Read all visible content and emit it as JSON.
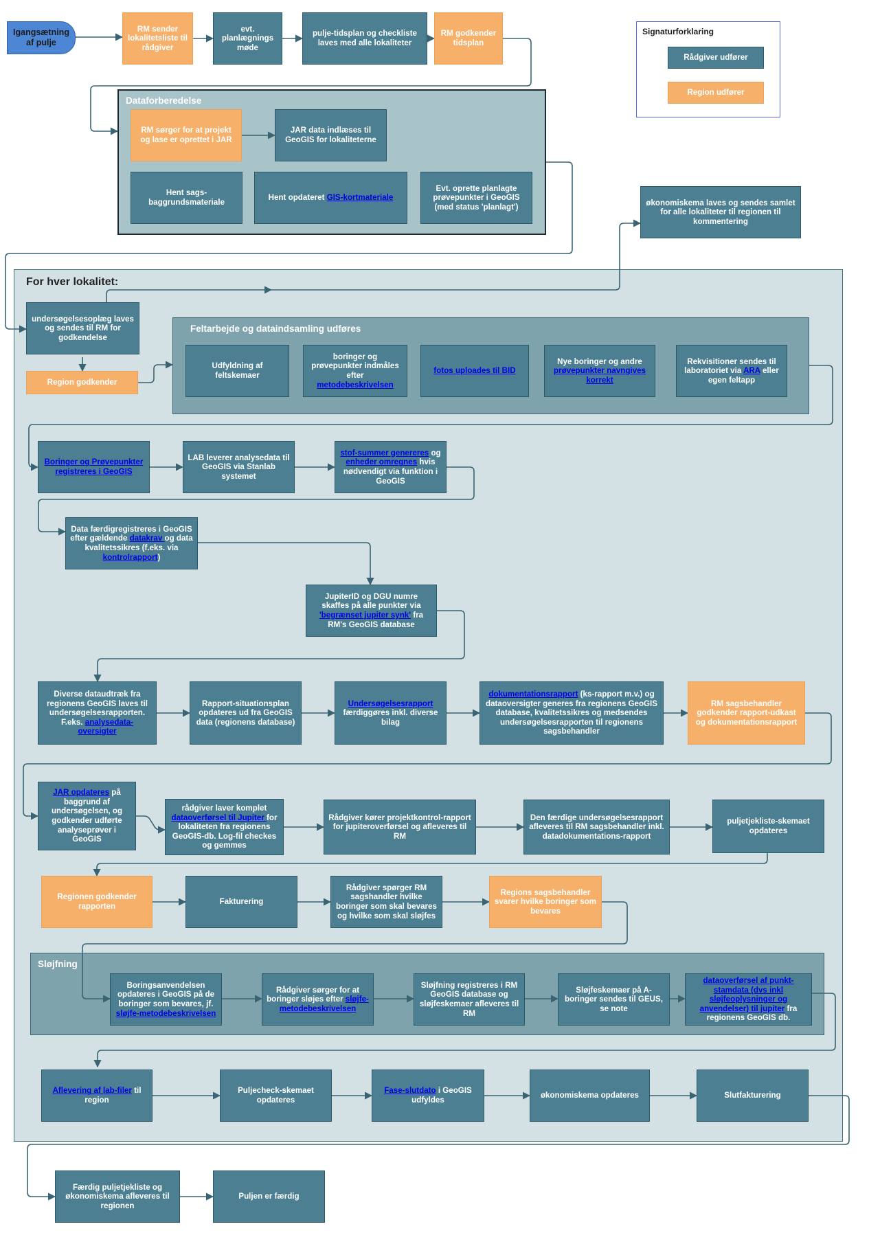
{
  "diagram": {
    "start": "Igangsætning af pulje",
    "top_row": [
      "RM sender lokalitetsliste til rådgiver",
      "evt. planlægnings møde",
      "pulje-tidsplan og checkliste laves med alle lokaliteter",
      "RM godkender tidsplan"
    ],
    "legend": {
      "title": "Signaturforklaring",
      "advisor": "Rådgiver udfører",
      "region": "Region udfører"
    },
    "dataforberedelse": {
      "title": "Dataforberedelse",
      "rm_jar": "RM sørger for at projekt og lase er oprettet i JAR",
      "jar_load": "JAR data indlæses til GeoGIS for lokaliteterne",
      "hent_sags": "Hent sags-baggrundsmateriale",
      "hent_opd_pre": "Hent opdateret ",
      "hent_opd_link": "GIS-kortmateriale",
      "evt_oprette": "Evt. oprette planlagte prøvepunkter i GeoGIS (med status 'planlagt')"
    },
    "okonomi_top": "økonomiskema laves og sendes samlet for alle lokaliteter til regionen til kommentering",
    "for_hver": {
      "title": "For hver lokalitet:",
      "undersoeg": "undersøgelsesoplæg laves og sendes til RM for godkendelse",
      "region_godk": "Region godkender"
    },
    "feltarbejde": {
      "title": "Feltarbejde og dataindsamling udføres",
      "udfyldning": "Udfyldning af feltskemaer",
      "boringer_pre": "boringer og prøvepunkter indmåles efter ",
      "boringer_link": "metodebeskrivelsen",
      "fotos_link": "fotos uploades til BID",
      "nye_pre": "Nye boringer og andre ",
      "nye_link": "prøvepunkter navngives korrekt",
      "rekv_pre": "Rekvisitioner sendes til laboratoriet via ",
      "rekv_link": "ARA",
      "rekv_post": " eller egen feltapp"
    },
    "row_geogis": {
      "boringer_reg_link": "Boringer og Prøvepunkter registreres i GeoGIS",
      "lab": "LAB leverer analysedata til GeoGIS via Stanlab systemet",
      "stof_link1": "stof-summer genereres",
      "stof_mid": " og ",
      "stof_link2": "enheder omregnes",
      "stof_post": " hvis nødvendigt via funktion i GeoGIS"
    },
    "data_faerdig": {
      "pre": "Data færdigregistreres i GeoGIS efter gældende ",
      "link1": "datakrav ",
      "mid": " og data kvalitetssikres (f.eks. via ",
      "link2": "kontrolrapport",
      "post": ")"
    },
    "jupiter": {
      "pre": "JupiterID og DGU numre skaffes på alle punkter via ",
      "link": "'begrænset jupiter synk'",
      "post": " fra RM's GeoGIS database"
    },
    "row_rapport": {
      "diverse_pre": "Diverse dataudtræk fra regionens GeoGIS laves til undersøgelsesrapporten. F.eks. ",
      "diverse_link": "analysedata-oversigter",
      "situation": "Rapport-situationsplan opdateres ud fra GeoGIS data (regionens database)",
      "unders_link": "Undersøgelsesrapport",
      "unders_post": " færdiggøres inkl. diverse bilag",
      "dok_link": "dokumentationsrapport",
      "dok_post": " (ks-rapport m.v.) og dataoversigter generes fra regionens GeoGIS database, kvalitetssikres og medsendes undersøgelsesrapporten til regionens sagsbehandler",
      "rm_sags": "RM sagsbehandler godkender rapport-udkast og dokumentationsrapport"
    },
    "row_jar": {
      "jar_link": "JAR opdateres",
      "jar_post": " på baggrund af undersøgelsen, og godkender udførte analyseprøver i GeoGIS",
      "raad_pre": "rådgiver laver komplet ",
      "raad_link": "dataoverførsel til Jupiter ",
      "raad_post": "for lokaliteten fra regionens GeoGIS-db. Log-fil checkes og gemmes",
      "kontrol": "Rådgiver kører projektkontrol-rapport for jupiteroverførsel og afleveres til RM",
      "faerdig": "Den færdige undersøgelsesrapport afleveres til RM sagsbehandler inkl. datadokumentations-rapport",
      "pulje_skema": "puljetjekliste-skemaet opdateres"
    },
    "row_godk": {
      "region_godk": "Regionen godkender rapporten",
      "fakt": "Fakturering",
      "sporger": "Rådgiver spørger RM sagshandler hvilke boringer som skal bevares og hvilke som skal sløjfes",
      "svarer": "Regions sagsbehandler svarer hvilke boringer som bevares"
    },
    "slojfning": {
      "title": "Sløjfning",
      "bor_pre": "Boringsanvendelsen opdateres i GeoGIS på de boringer som bevares, jf. ",
      "bor_link": "sløjfe-metodebeskrivelsen",
      "raad_pre": "Rådgiver sørger for at boringer sløjes efter ",
      "raad_link": "sløjfe-metodebeskrivelsen",
      "reg": "Sløjfning registreres i RM GeoGIS database og sløjfeskemaer afleveres til RM",
      "skema": "Sløjfeskemaer på A-boringer sendes til GEUS, se note",
      "over_link": "dataoverførsel af punkt-stamdata (dvs inkl sløjfeoplysninger og anvendelser) til jupiter",
      "over_post": " fra regionens GeoGIS db."
    },
    "row_final": {
      "afl_link": "Aflevering af lab-filer",
      "afl_post": " til region",
      "pulje": "Puljecheck-skemaet opdateres",
      "fase_link": "Fase-slutdato",
      "fase_post": " i GeoGIS udfyldes",
      "okon": "økonomiskema opdateres",
      "slut": "Slutfakturering"
    },
    "end_row": {
      "faerdig": "Færdig puljetjekliste og økonomiskema afleveres til regionen",
      "done": "Puljen er færdig"
    }
  },
  "colors": {
    "advisor_box": "#4b7f91",
    "region_box": "#f6b06a",
    "start_box": "#4c86d4",
    "outer_group": "#d3e1e5",
    "sub_group": "#7fa3ac",
    "connector": "#3a6473",
    "link": "#0000ee"
  }
}
